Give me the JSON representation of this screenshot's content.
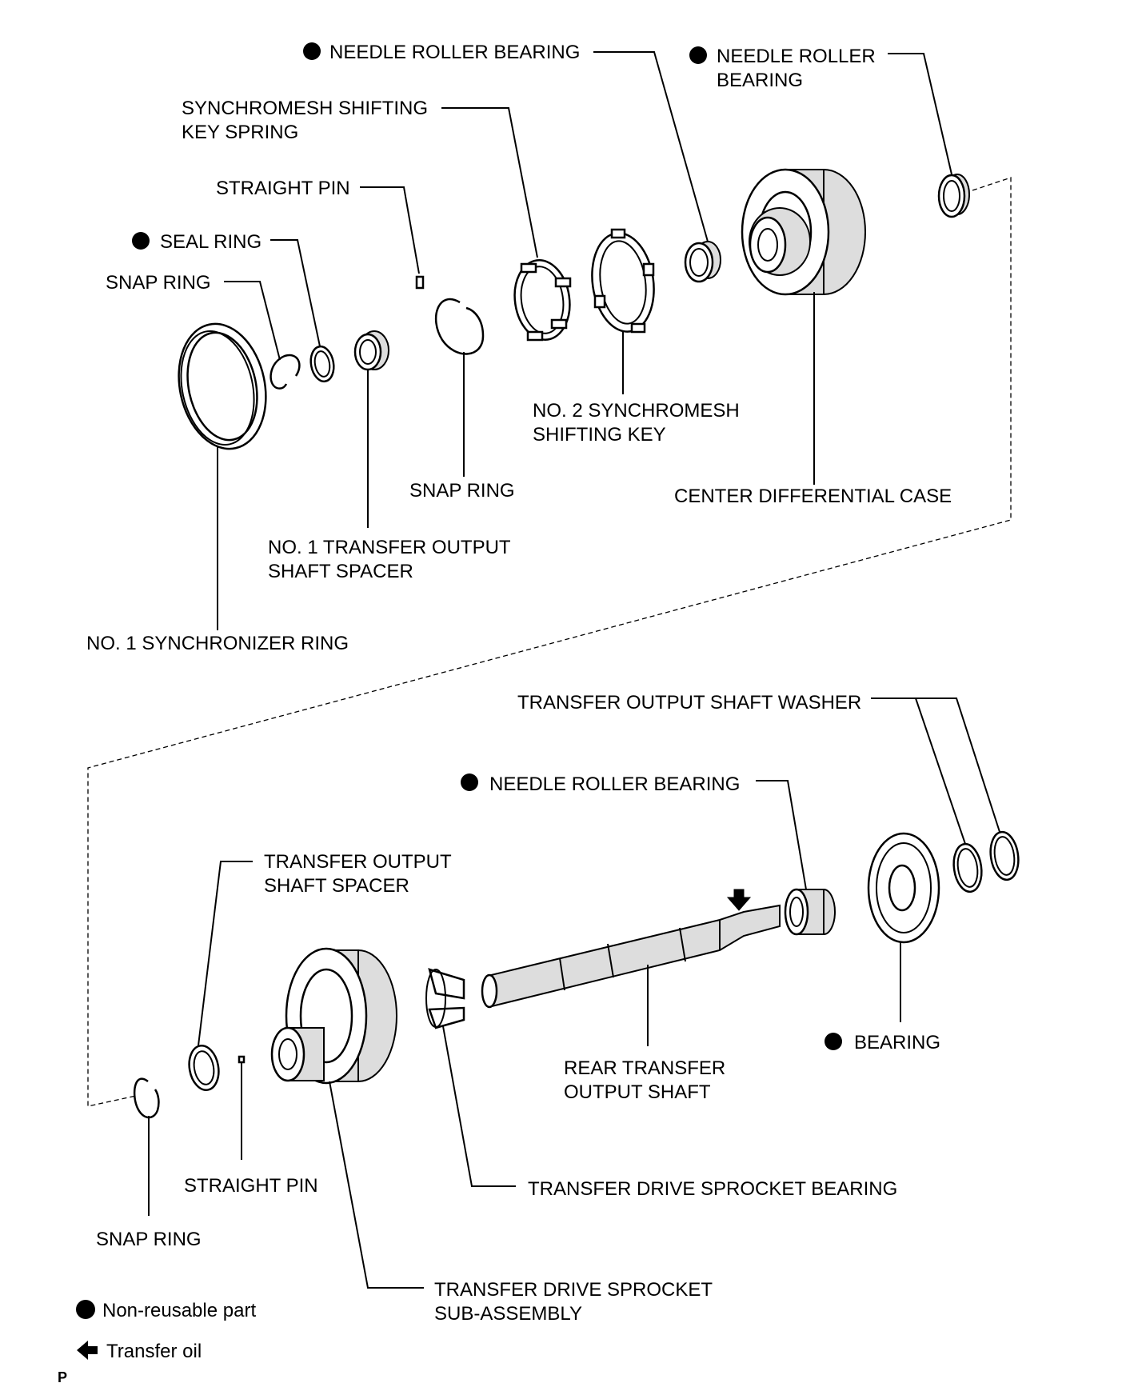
{
  "labels": {
    "needle_bearing_top1": "NEEDLE ROLLER BEARING",
    "needle_bearing_top2_l1": "NEEDLE ROLLER",
    "needle_bearing_top2_l2": "BEARING",
    "sync_key_spring_l1": "SYNCHROMESH SHIFTING",
    "sync_key_spring_l2": "KEY SPRING",
    "straight_pin_top": "STRAIGHT PIN",
    "seal_ring": "SEAL RING",
    "snap_ring_top_left": "SNAP RING",
    "no2_sync_key_l1": "NO. 2 SYNCHROMESH",
    "no2_sync_key_l2": "SHIFTING KEY",
    "snap_ring_top_mid": "SNAP RING",
    "center_diff_case": "CENTER DIFFERENTIAL CASE",
    "no1_spacer_l1": "NO. 1 TRANSFER OUTPUT",
    "no1_spacer_l2": "SHAFT SPACER",
    "no1_sync_ring": "NO. 1 SYNCHRONIZER RING",
    "washer": "TRANSFER OUTPUT SHAFT WASHER",
    "needle_bearing_bottom": "NEEDLE ROLLER BEARING",
    "shaft_spacer_l1": "TRANSFER OUTPUT",
    "shaft_spacer_l2": "SHAFT SPACER",
    "bearing": "BEARING",
    "rear_shaft_l1": "REAR TRANSFER",
    "rear_shaft_l2": "OUTPUT SHAFT",
    "straight_pin_bottom": "STRAIGHT PIN",
    "sprocket_bearing": "TRANSFER DRIVE SPROCKET BEARING",
    "snap_ring_bottom": "SNAP RING",
    "sprocket_l1": "TRANSFER DRIVE SPROCKET",
    "sprocket_l2": "SUB-ASSEMBLY"
  },
  "legend": {
    "non_reusable": "Non-reusable part",
    "transfer_oil": "Transfer oil"
  },
  "corner_mark": "P"
}
